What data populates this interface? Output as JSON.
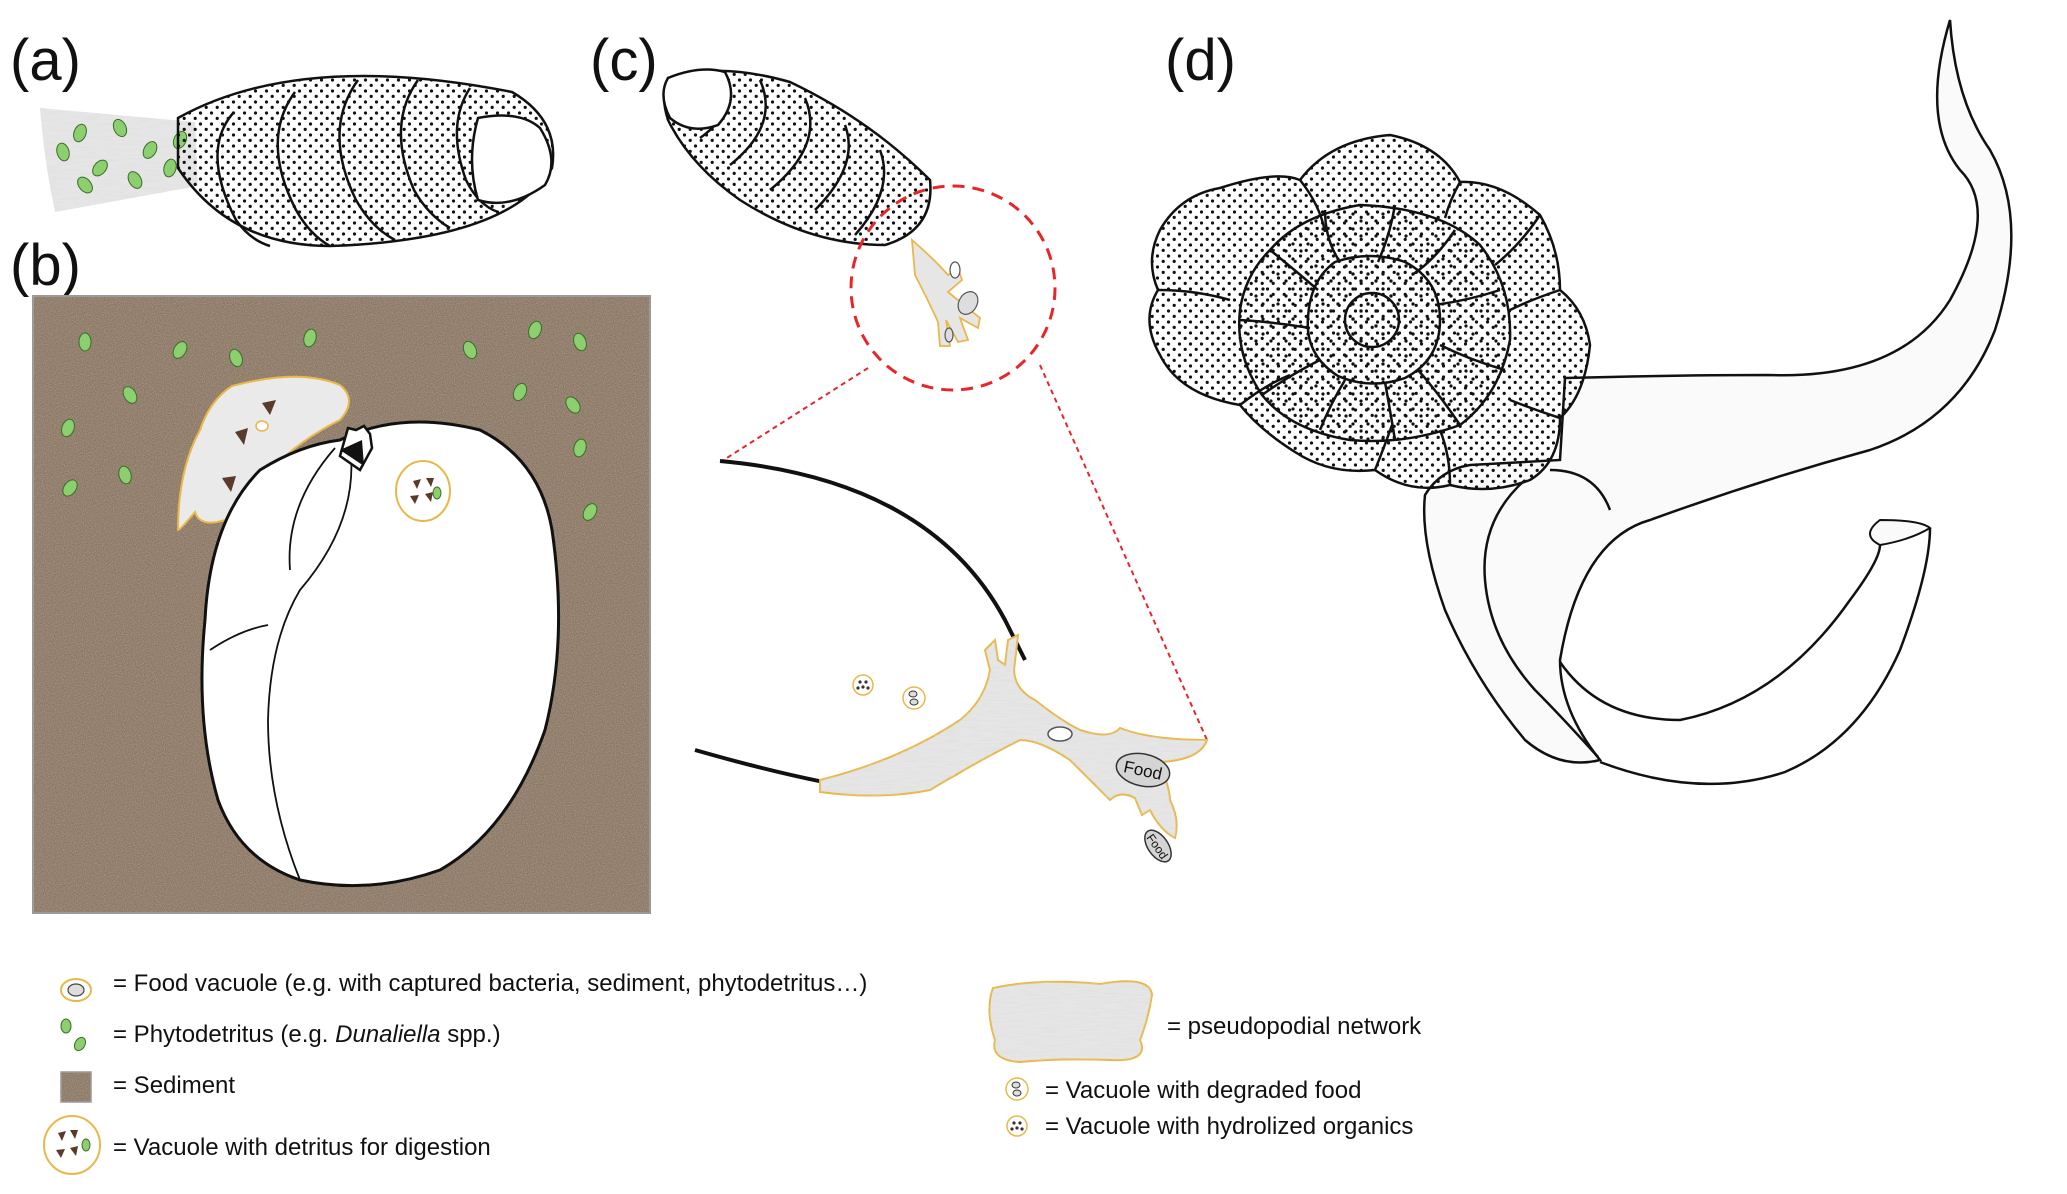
{
  "figure": {
    "panels": [
      "(a)",
      "(b)",
      "(c)",
      "(d)"
    ],
    "food_label": "Food"
  },
  "legend": {
    "food_vacuole": "= Food vacuole (e.g. with captured bacteria, sediment, phytodetritus…)",
    "phytodetritus_prefix": "= Phytodetritus (e.g. ",
    "phytodetritus_genus": "Dunaliella",
    "phytodetritus_suffix": " spp.)",
    "sediment": "= Sediment",
    "vacuole_detritus": "= Vacuole with detritus for digestion",
    "pseudopodial_network": "= pseudopodial network",
    "vacuole_degraded": "= Vacuole with degraded food",
    "vacuole_hydrolized": "= Vacuole with hydrolized organics"
  },
  "colors": {
    "sediment": "#8a7663",
    "phytodetritus": "#8ccf6e",
    "vacuole_outline": "#e8b84a",
    "pseudopod_fill": "#e6e6e6",
    "zoom_circle": "#e8262a"
  }
}
